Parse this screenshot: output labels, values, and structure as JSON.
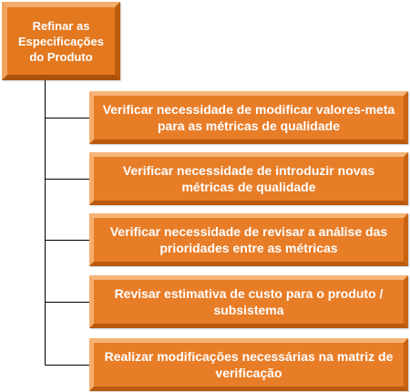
{
  "root": {
    "label": "Refinar as Especificações do Produto"
  },
  "tasks": [
    {
      "label": "Verificar necessidade de modificar valores-meta para as métricas de qualidade"
    },
    {
      "label": "Verificar necessidade de introduzir novas métricas de qualidade"
    },
    {
      "label": "Verificar necessidade de revisar a análise das prioridades entre as métricas"
    },
    {
      "label": "Revisar estimativa de custo para o produto / subsistema"
    },
    {
      "label": "Realizar modificações necessárias na matriz de verificação"
    }
  ],
  "colors": {
    "box_fill": "#e87d28",
    "box_bevel_light": "#f7b577",
    "box_bevel_dark": "#b95a0f",
    "connector": "#000000",
    "text": "#ffffff"
  }
}
